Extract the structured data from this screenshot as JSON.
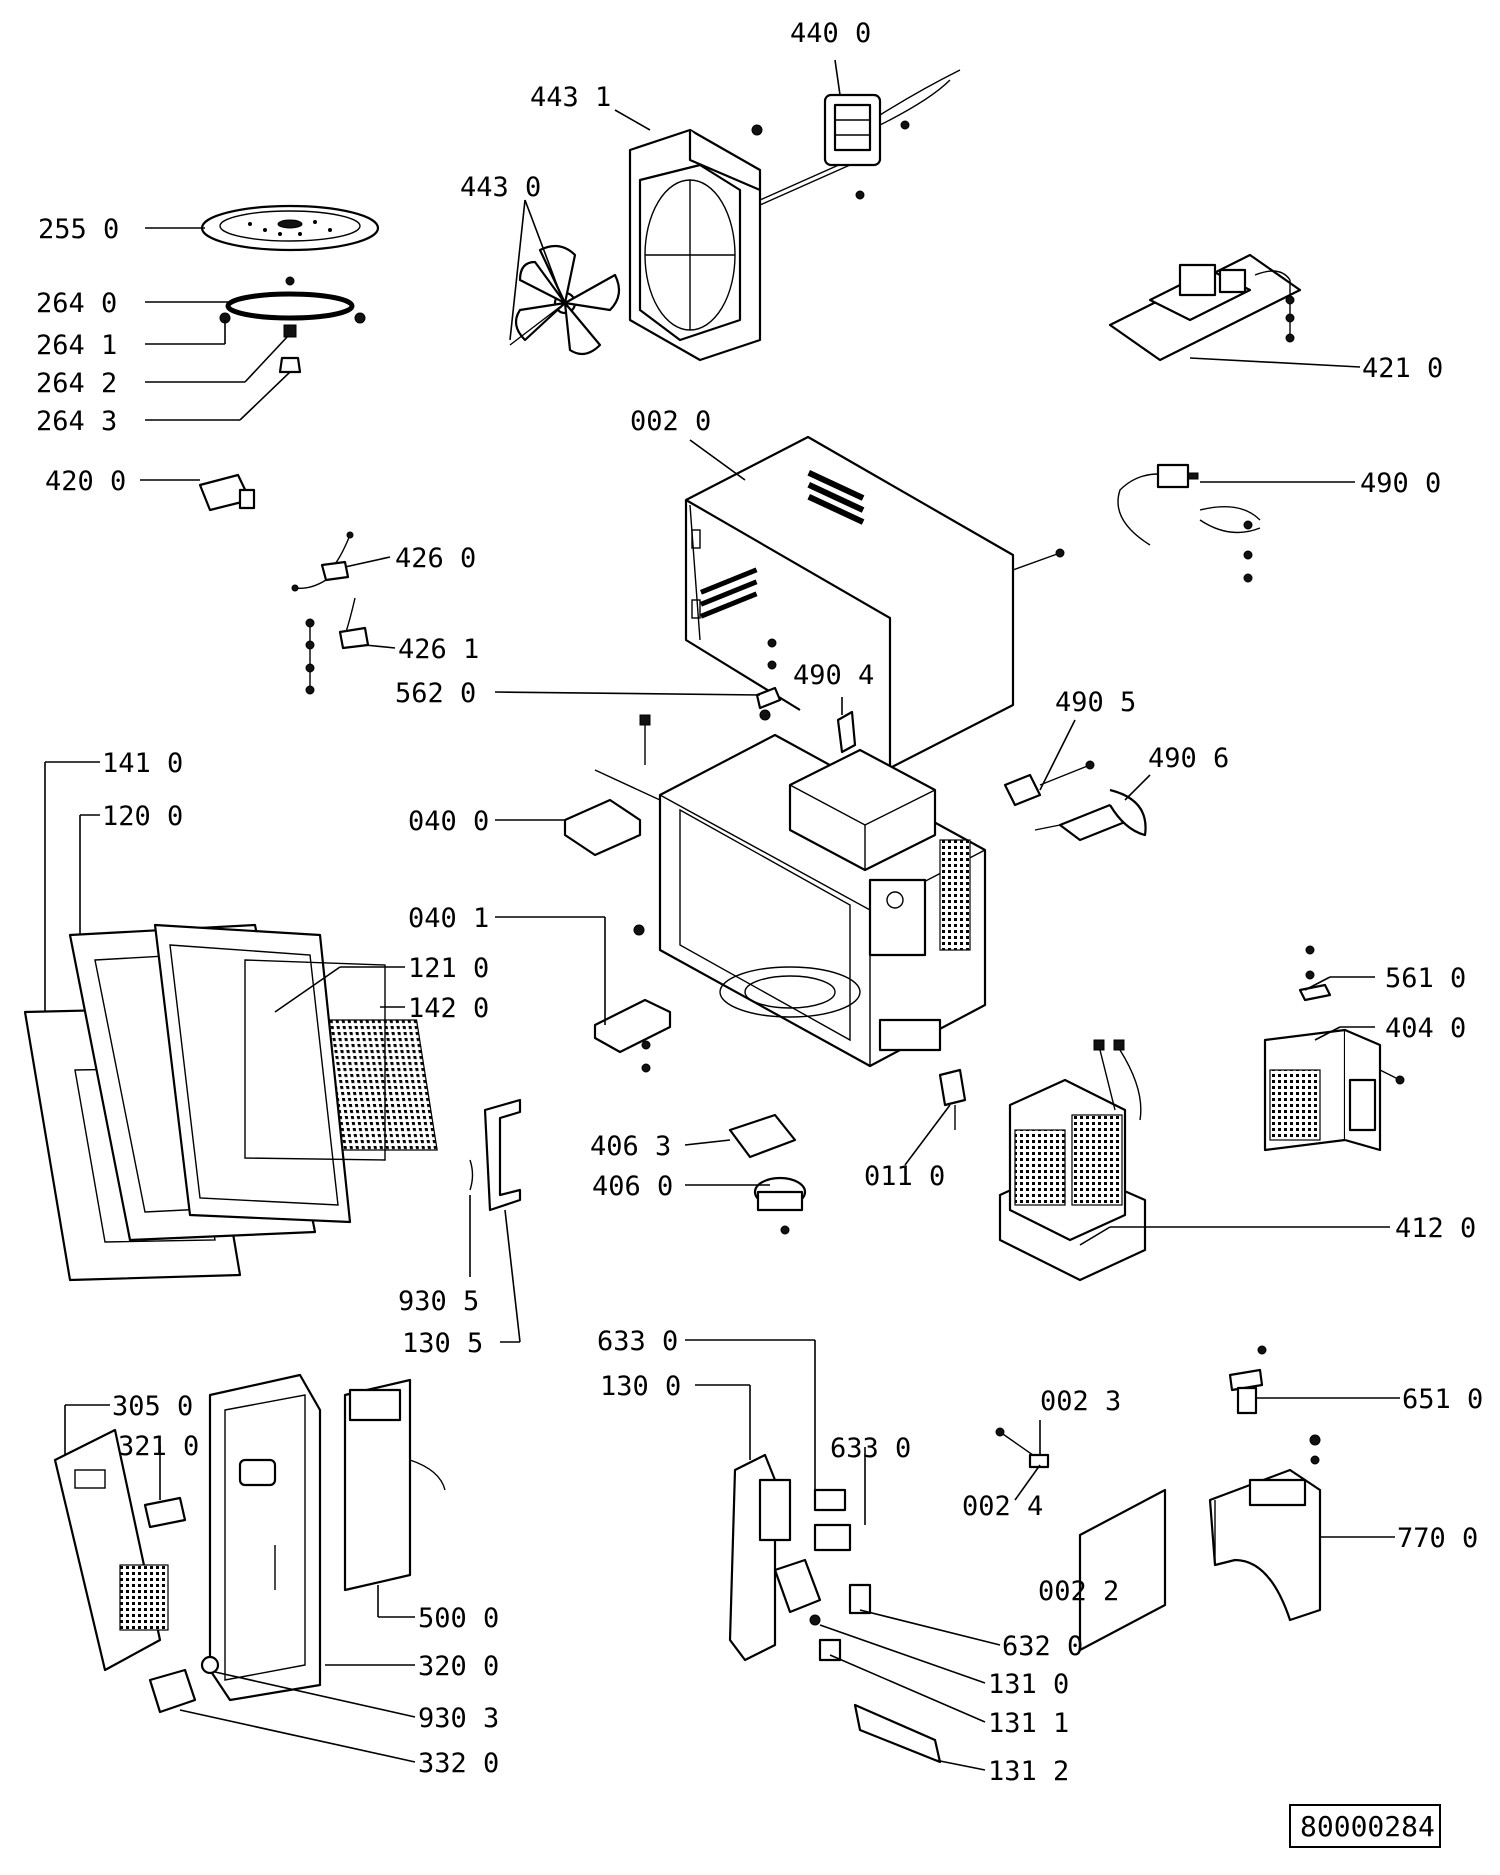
{
  "diagram": {
    "reference_code": "80000284",
    "labels": [
      {
        "id": "l-440-0",
        "text": "440  0"
      },
      {
        "id": "l-443-1",
        "text": "443  1"
      },
      {
        "id": "l-443-0",
        "text": "443  0"
      },
      {
        "id": "l-255-0",
        "text": "255  0"
      },
      {
        "id": "l-264-0",
        "text": "264  0"
      },
      {
        "id": "l-264-1",
        "text": "264  1"
      },
      {
        "id": "l-264-2",
        "text": "264  2"
      },
      {
        "id": "l-264-3",
        "text": "264  3"
      },
      {
        "id": "l-421-0",
        "text": "421  0"
      },
      {
        "id": "l-002-0",
        "text": "002  0"
      },
      {
        "id": "l-420-0",
        "text": "420  0"
      },
      {
        "id": "l-490-0",
        "text": "490  0"
      },
      {
        "id": "l-426-0",
        "text": "426 0"
      },
      {
        "id": "l-426-1",
        "text": "426  1"
      },
      {
        "id": "l-562-0",
        "text": "562  0"
      },
      {
        "id": "l-490-4",
        "text": "490  4"
      },
      {
        "id": "l-490-5",
        "text": "490  5"
      },
      {
        "id": "l-490-6",
        "text": "490  6"
      },
      {
        "id": "l-141-0",
        "text": "141  0"
      },
      {
        "id": "l-120-0",
        "text": "120  0"
      },
      {
        "id": "l-040-0",
        "text": "040  0"
      },
      {
        "id": "l-040-1",
        "text": "040  1"
      },
      {
        "id": "l-121-0",
        "text": "121  0"
      },
      {
        "id": "l-142-0",
        "text": "142  0"
      },
      {
        "id": "l-561-0",
        "text": "561  0"
      },
      {
        "id": "l-404-0",
        "text": "404  0"
      },
      {
        "id": "l-406-3",
        "text": "406  3"
      },
      {
        "id": "l-406-0",
        "text": "406  0"
      },
      {
        "id": "l-011-0",
        "text": "011  0"
      },
      {
        "id": "l-412-0",
        "text": "412  0"
      },
      {
        "id": "l-930-5",
        "text": "930  5"
      },
      {
        "id": "l-130-5",
        "text": "130  5"
      },
      {
        "id": "l-633-0a",
        "text": "633  0"
      },
      {
        "id": "l-130-0",
        "text": "130  0"
      },
      {
        "id": "l-633-0b",
        "text": "633  0"
      },
      {
        "id": "l-002-3",
        "text": "002  3"
      },
      {
        "id": "l-002-4",
        "text": "002  4"
      },
      {
        "id": "l-002-2",
        "text": "002  2"
      },
      {
        "id": "l-651-0",
        "text": "651  0"
      },
      {
        "id": "l-770-0",
        "text": "770  0"
      },
      {
        "id": "l-305-0",
        "text": "305  0"
      },
      {
        "id": "l-321-0",
        "text": "321  0"
      },
      {
        "id": "l-500-0",
        "text": "500  0"
      },
      {
        "id": "l-320-0",
        "text": "320  0"
      },
      {
        "id": "l-632-0",
        "text": "632  0"
      },
      {
        "id": "l-131-0",
        "text": "131  0"
      },
      {
        "id": "l-131-1",
        "text": "131  1"
      },
      {
        "id": "l-131-2",
        "text": "131  2"
      },
      {
        "id": "l-930-3",
        "text": "930  3"
      },
      {
        "id": "l-332-0",
        "text": "332  0"
      }
    ]
  }
}
